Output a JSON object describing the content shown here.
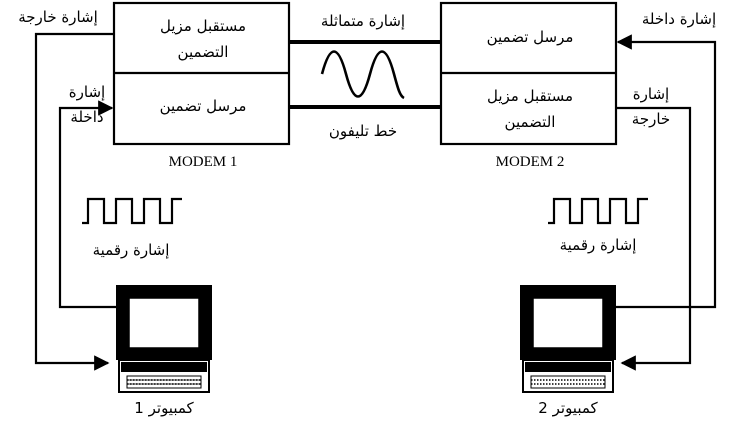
{
  "modem1": {
    "name": "MODEM 1",
    "top_block_line1": "مستقبل مزيل",
    "top_block_line2": "التضمين",
    "bottom_block": "مرسل تضمين"
  },
  "modem2": {
    "name": "MODEM 2",
    "top_block": "مرسل تضمين",
    "bottom_block_line1": "مستقبل مزيل",
    "bottom_block_line2": "التضمين"
  },
  "channel": {
    "analog_signal": "إشارة متماثلة",
    "phone_line": "خط تليفون"
  },
  "left_side": {
    "output_signal": "إشارة خارجة",
    "input_signal_line1": "إشارة",
    "input_signal_line2": "داخلة",
    "digital_signal": "إشارة رقمية",
    "computer": "كمبيوتر 1"
  },
  "right_side": {
    "input_signal": "إشارة داخلة",
    "output_signal_line1": "إشارة",
    "output_signal_line2": "خارجة",
    "digital_signal": "إشارة رقمية",
    "computer": "كمبيوتر 2"
  }
}
